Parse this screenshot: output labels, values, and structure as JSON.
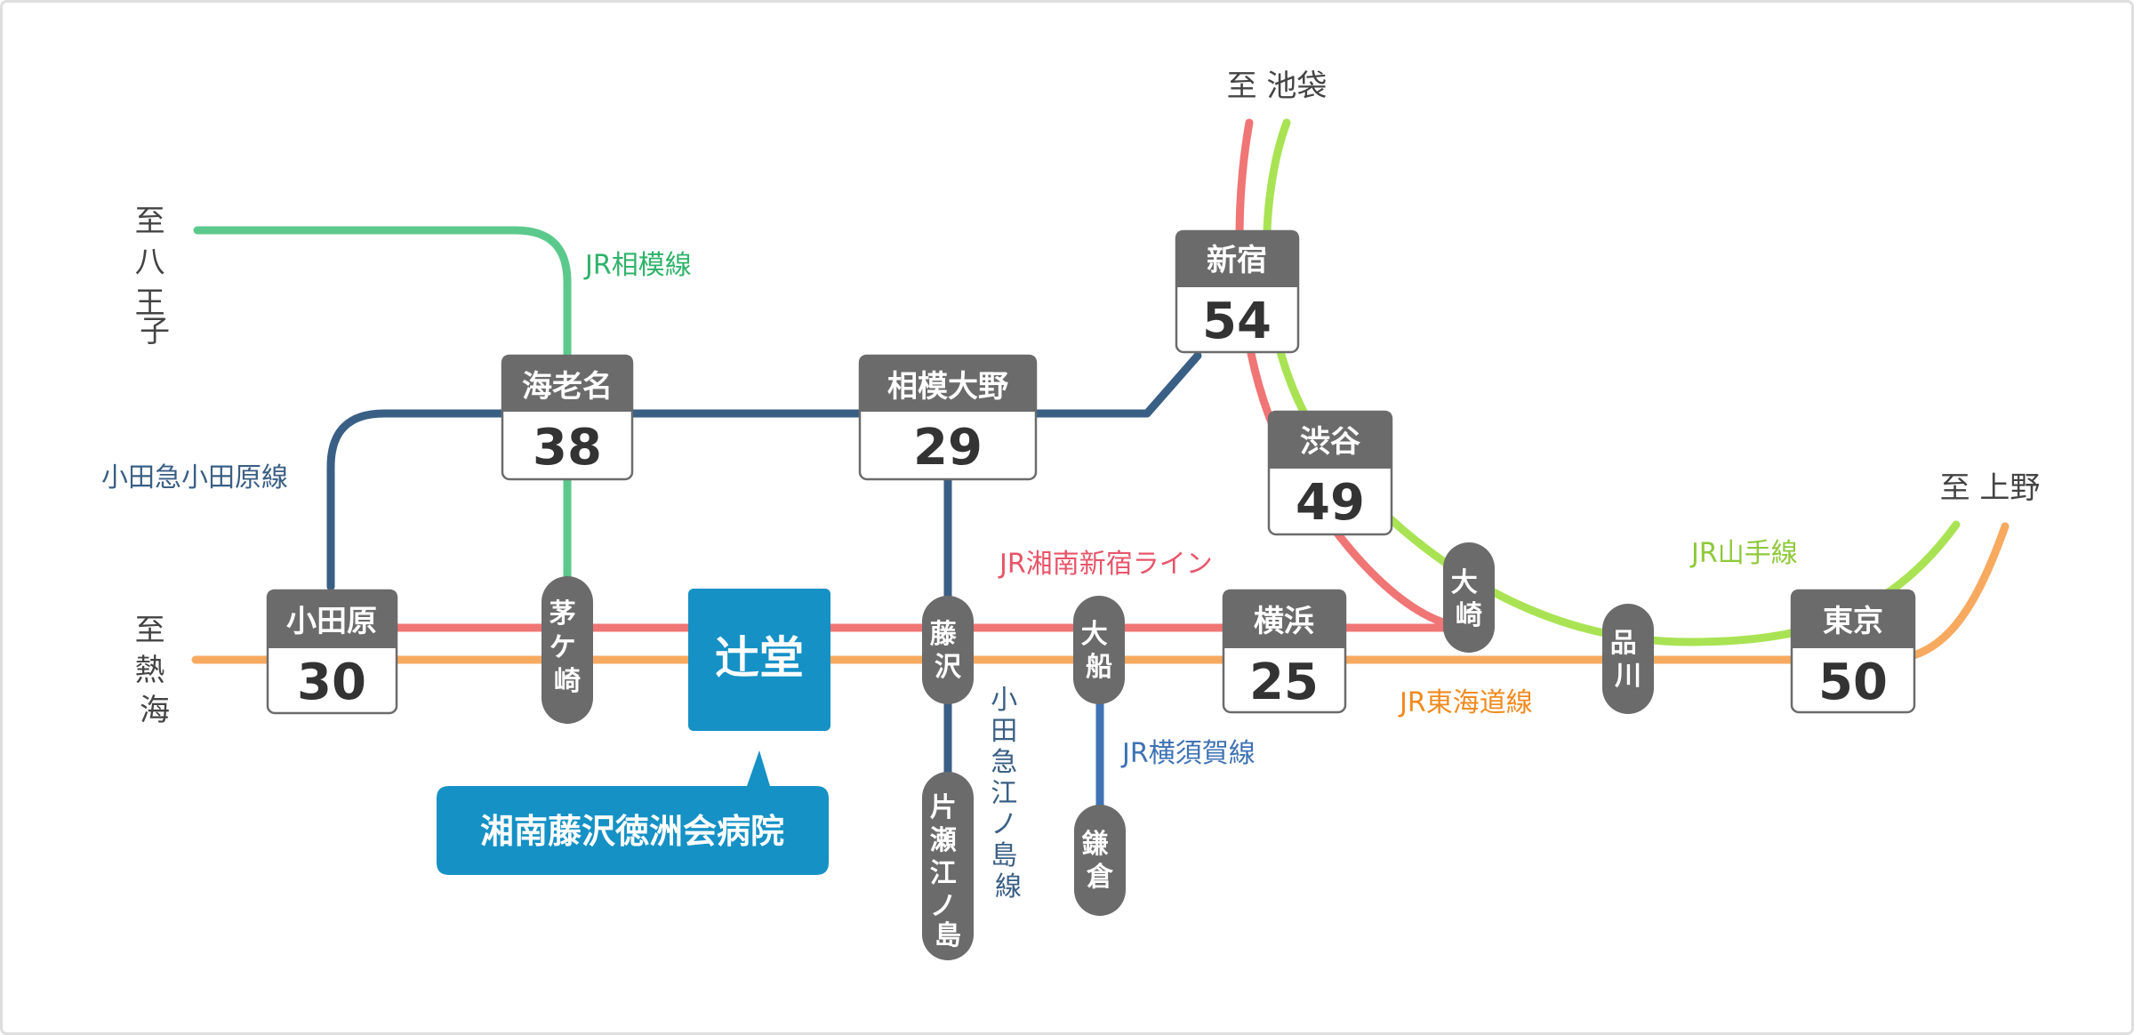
{
  "colors": {
    "sagami": "#5cc98c",
    "odakyu": "#3a5f85",
    "shonan_shinjuku": "#f07575",
    "tokaido": "#f7aa5f",
    "yamanote": "#a9e354",
    "yokosuka": "#3f73b5",
    "enoshima": "#3a5f85",
    "station": "#6b6b6b",
    "highlight": "#1591c5"
  },
  "directions": {
    "hachioji": [
      "至",
      "八",
      "王",
      "子"
    ],
    "atami": [
      "至",
      "熱",
      "海"
    ],
    "ikebukuro": "至 池袋",
    "ueno": "至 上野"
  },
  "lines": {
    "sagami": "JR相模線",
    "odakyu": "小田急小田原線",
    "shonan_shinjuku": "JR湘南新宿ライン",
    "yamanote": "JR山手線",
    "tokaido": "JR東海道線",
    "yokosuka": "JR横須賀線",
    "enoshima": [
      "小",
      "田",
      "急",
      "江",
      "ノ",
      "島",
      "線"
    ]
  },
  "stations": {
    "shinjuku": {
      "name": "新宿",
      "time": "54"
    },
    "ebina": {
      "name": "海老名",
      "time": "38"
    },
    "sagamiono": {
      "name": "相模大野",
      "time": "29"
    },
    "shibuya": {
      "name": "渋谷",
      "time": "49"
    },
    "odawara": {
      "name": "小田原",
      "time": "30"
    },
    "yokohama": {
      "name": "横浜",
      "time": "25"
    },
    "tokyo": {
      "name": "東京",
      "time": "50"
    },
    "chigasaki": [
      "茅",
      "ケ",
      "崎"
    ],
    "fujisawa": [
      "藤",
      "沢"
    ],
    "ofuna": [
      "大",
      "船"
    ],
    "osaki": [
      "大",
      "崎"
    ],
    "shinagawa": [
      "品",
      "川"
    ],
    "kamakura": [
      "鎌",
      "倉"
    ],
    "katase": [
      "片",
      "瀬",
      "江",
      "ノ",
      "島"
    ]
  },
  "highlight": {
    "station": "辻堂",
    "callout": "湘南藤沢徳洲会病院"
  }
}
